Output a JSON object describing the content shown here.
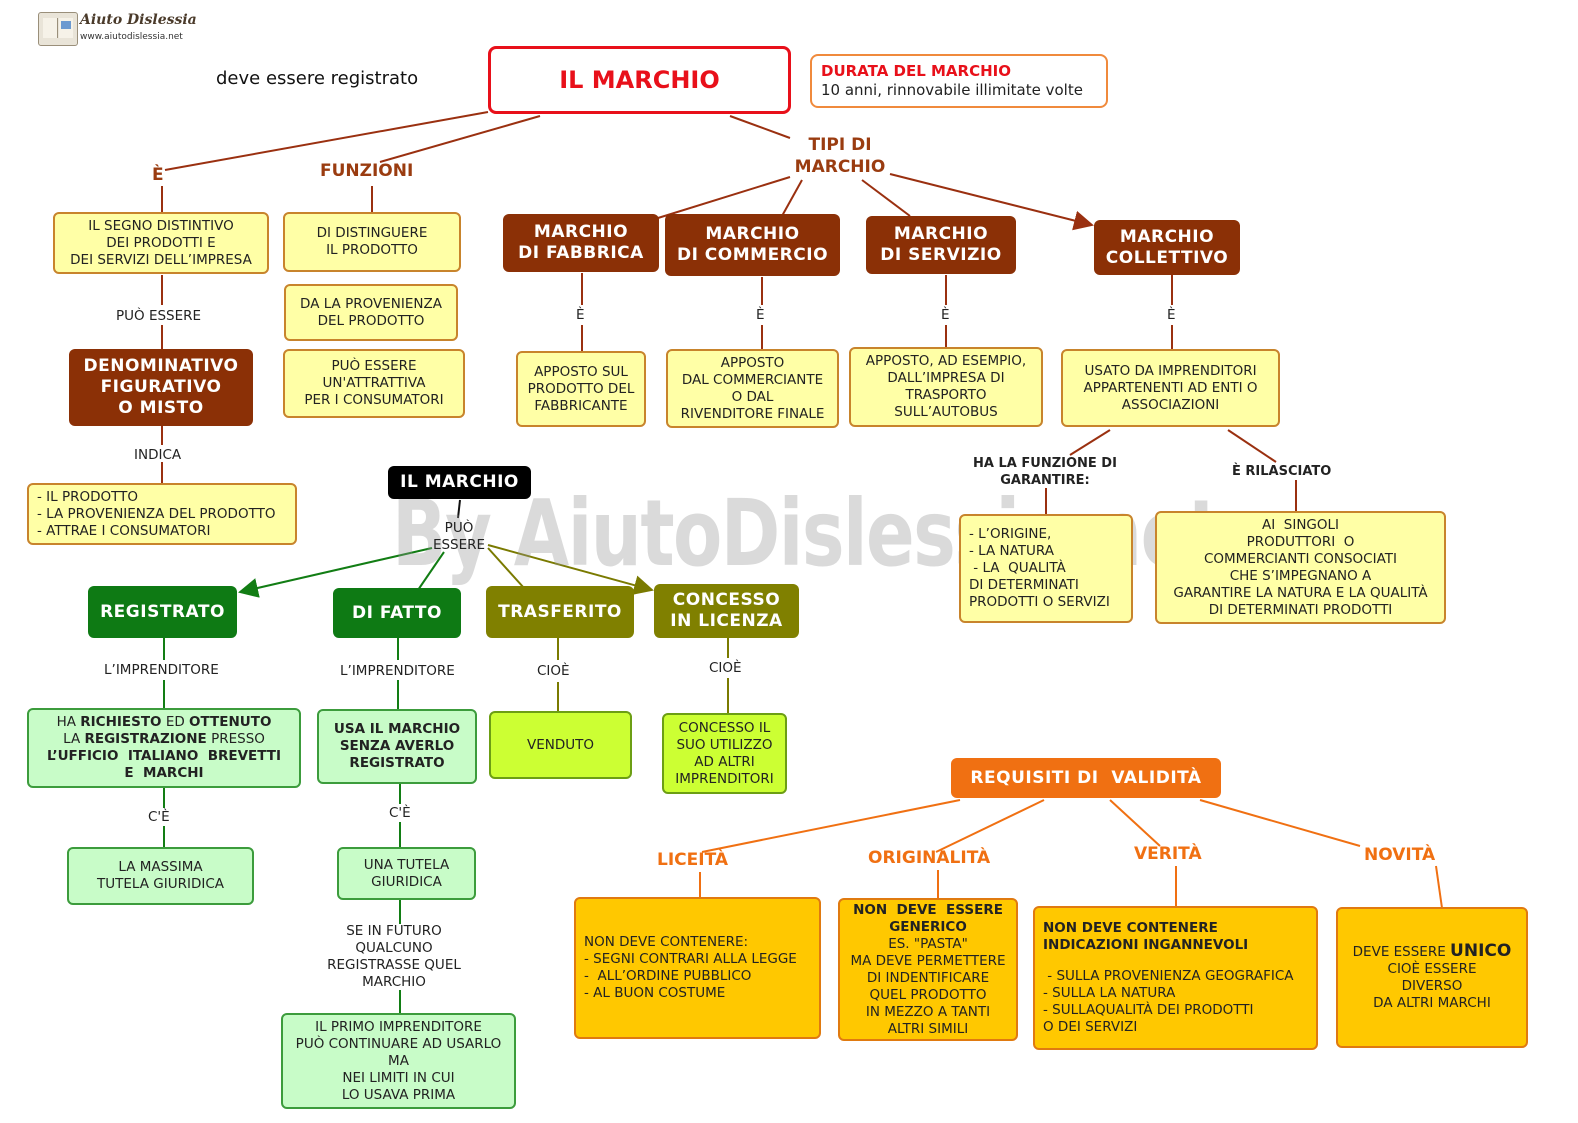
{
  "logo": {
    "name": "Aiuto Dislessia",
    "url": "www.aiutodislessia.net"
  },
  "watermark": "By AiutoDislessia.net",
  "top_note": "deve essere registrato",
  "title": "IL MARCHIO",
  "durata": {
    "title": "DURATA DEL MARCHIO",
    "text": "10 anni, rinnovabile illimitate volte"
  },
  "branches": {
    "e": "È",
    "funzioni": "FUNZIONI",
    "tipi": [
      "TIPI DI",
      "MARCHIO"
    ]
  },
  "segno": [
    "IL SEGNO DISTINTIVO",
    "DEI PRODOTTI E",
    "DEI SERVIZI DELL’IMPRESA"
  ],
  "puo_essere": "PUÒ ESSERE",
  "denominativo": [
    "DENOMINATIVO",
    "FIGURATIVO",
    "O MISTO"
  ],
  "indica": "INDICA",
  "indica_list": [
    "- IL PRODOTTO",
    "- LA PROVENIENZA DEL PRODOTTO",
    "- ATTRAE I CONSUMATORI"
  ],
  "funzioni_list": [
    [
      "DI DISTINGUERE",
      "IL PRODOTTO"
    ],
    [
      "DA LA PROVENIENZA",
      "DEL PRODOTTO"
    ],
    [
      "PUÒ ESSERE",
      "UN'ATTRATTIVA",
      "PER I CONSUMATORI"
    ]
  ],
  "tipi": [
    {
      "name": [
        "MARCHIO",
        "DI FABBRICA"
      ],
      "link": "È",
      "desc": [
        "APPOSTO SUL",
        "PRODOTTO DEL",
        "FABBRICANTE"
      ]
    },
    {
      "name": [
        "MARCHIO",
        "DI COMMERCIO"
      ],
      "link": "È",
      "desc": [
        "APPOSTO",
        "DAL COMMERCIANTE",
        "O DAL",
        "RIVENDITORE FINALE"
      ]
    },
    {
      "name": [
        "MARCHIO",
        "DI SERVIZIO"
      ],
      "link": "È",
      "desc": [
        "APPOSTO, AD ESEMPIO,",
        "DALL’IMPRESA DI",
        "TRASPORTO",
        "SULL’AUTOBUS"
      ]
    },
    {
      "name": [
        "MARCHIO",
        "COLLETTIVO"
      ],
      "link": "È",
      "desc": [
        "USATO DA IMPRENDITORI",
        "APPARTENENTI AD ENTI O",
        "ASSOCIAZIONI"
      ]
    }
  ],
  "collettivo": {
    "funzione_label": [
      "HA LA FUNZIONE DI",
      "GARANTIRE:"
    ],
    "funzione_list": [
      "-  L’ORIGINE,",
      "- LA NATURA",
      " - LA  QUALITÀ",
      "DI DETERMINATI",
      "PRODOTTI O SERVIZI"
    ],
    "rilasciato_label": "È RILASCIATO",
    "rilasciato_text": [
      "AI  SINGOLI",
      "PRODUTTORI  O",
      "COMMERCIANTI CONSOCIATI",
      "CHE S’IMPEGNANO A",
      "GARANTIRE LA NATURA E LA QUALITÀ",
      "DI DETERMINATI PRODOTTI"
    ]
  },
  "marchio2": {
    "title": "IL MARCHIO",
    "link": [
      "PUÒ",
      "ESSERE"
    ]
  },
  "registrato": {
    "title": "REGISTRATO",
    "link": "L’IMPRENDITORE",
    "desc_parts": [
      "HA ",
      "RICHIESTO",
      " ED ",
      "OTTENUTO",
      "LA ",
      "REGISTRAZIONE",
      " PRESSO",
      "L’UFFICIO  ITALIANO  BREVETTI",
      "E  MARCHI"
    ],
    "ce": "C'È",
    "tutela": [
      "LA MASSIMA",
      "TUTELA GIURIDICA"
    ]
  },
  "difatto": {
    "title": "DI FATTO",
    "link": "L’IMPRENDITORE",
    "desc": [
      "USA IL MARCHIO",
      "SENZA AVERLO",
      "REGISTRATO"
    ],
    "ce": "C'È",
    "tutela": [
      "UNA TUTELA",
      "GIURIDICA"
    ],
    "se": [
      "SE IN FUTURO",
      "QUALCUNO",
      "REGISTRASSE QUEL",
      "MARCHIO"
    ],
    "primo": [
      "IL PRIMO IMPRENDITORE",
      "PUÒ CONTINUARE AD USARLO",
      "MA",
      "NEI LIMITI IN CUI",
      "LO USAVA PRIMA"
    ]
  },
  "trasferito": {
    "title": "TRASFERITO",
    "link": "CIOÈ",
    "desc": "VENDUTO"
  },
  "licenza": {
    "title": [
      "CONCESSO",
      "IN LICENZA"
    ],
    "link": "CIOÈ",
    "desc": [
      "CONCESSO IL",
      "SUO UTILIZZO",
      "AD ALTRI",
      "IMPRENDITORI"
    ]
  },
  "requisiti": {
    "title": "REQUISITI DI  VALIDITÀ",
    "items": [
      {
        "name": "LICEITÀ",
        "desc": [
          "NON DEVE CONTENERE:",
          "- SEGNI CONTRARI ALLA LEGGE",
          "-  ALL’ORDINE PUBBLICO",
          "- AL BUON COSTUME"
        ]
      },
      {
        "name": "ORIGINALITÀ",
        "desc_bold": [
          "NON  DEVE  ESSERE",
          "GENERICO"
        ],
        "desc": [
          "ES. \"PASTA\"",
          "MA DEVE PERMETTERE",
          "DI INDENTIFICARE",
          "QUEL PRODOTTO",
          "IN MEZZO A TANTI",
          "ALTRI SIMILI"
        ]
      },
      {
        "name": "VERITÀ",
        "desc_bold": [
          "NON DEVE CONTENERE",
          "INDICAZIONI INGANNEVOLI"
        ],
        "desc": [
          " - SULLA PROVENIENZA GEOGRAFICA",
          "- SULLA LA NATURA",
          "- SULLAQUALITÀ DEI PRODOTTI",
          "O DEI SERVIZI"
        ]
      },
      {
        "name": "NOVITÀ",
        "desc_pre": "DEVE ESSERE ",
        "desc_bold": "UNICO",
        "desc": [
          "CIOÈ ESSERE",
          "DIVERSO",
          "DA ALTRI MARCHI"
        ]
      }
    ]
  },
  "colors": {
    "brown": "#8b3006",
    "red": "#e8101a",
    "dark_green": "#0e7a14",
    "olive": "#808000",
    "orange": "#f07012",
    "yellow": "#ffffa6"
  }
}
